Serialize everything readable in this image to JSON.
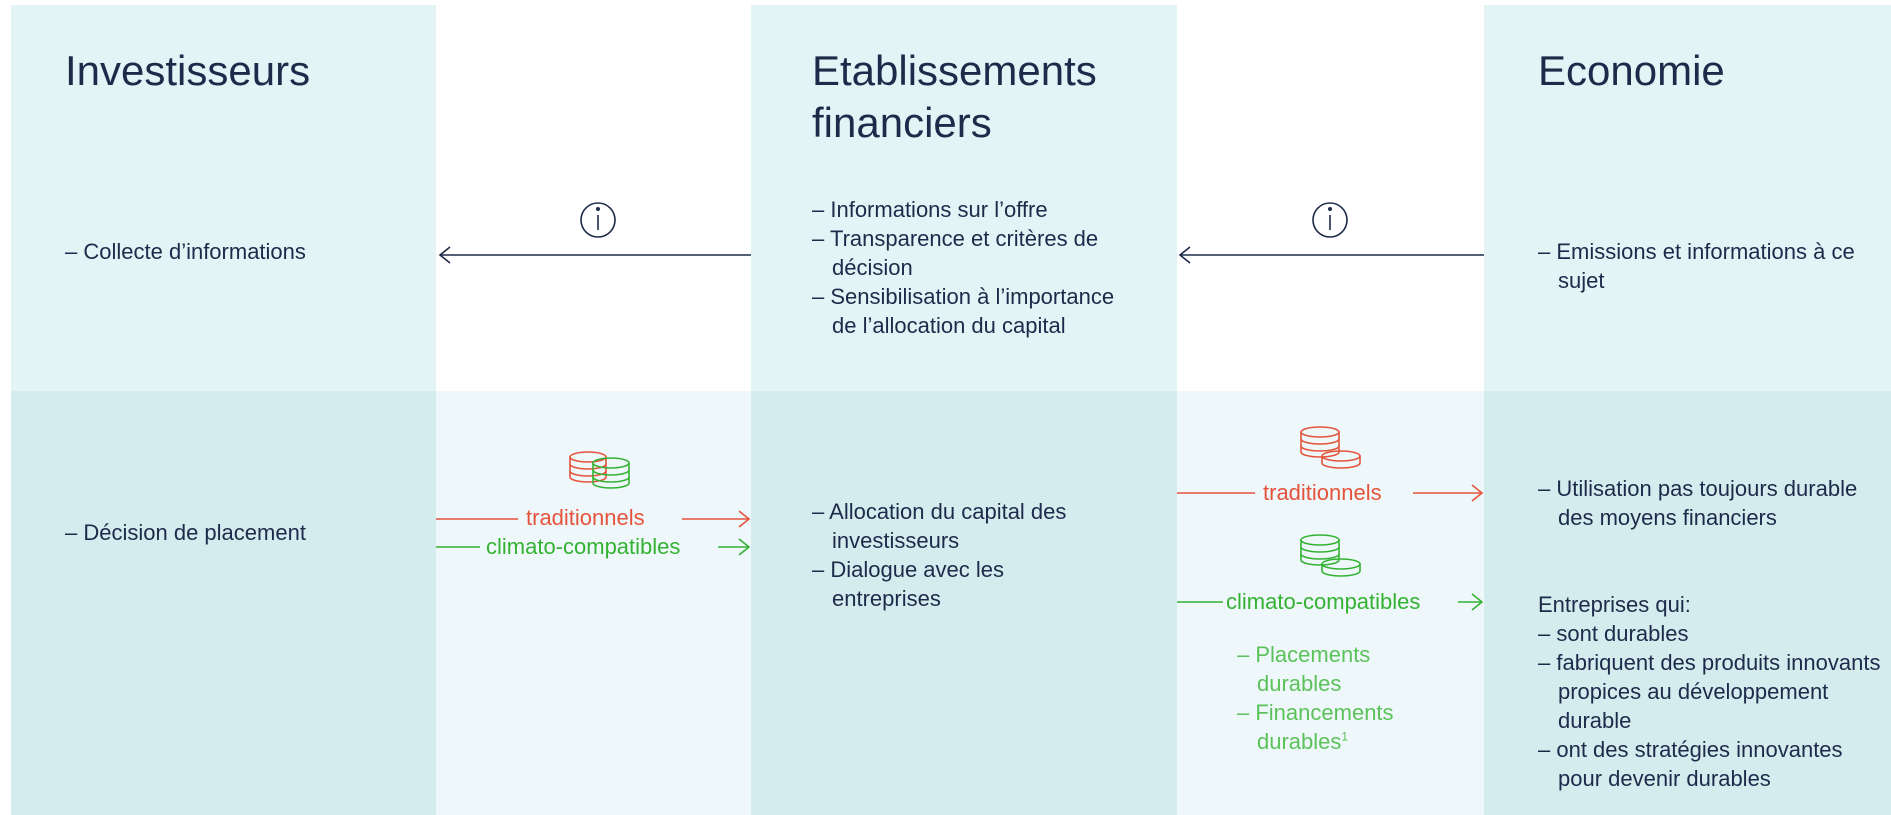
{
  "colors": {
    "top_panel": "#e3f3f6",
    "bottom_panel": "#d5ecef",
    "flow_band": "#eef7f9",
    "navy": "#1c2b4a",
    "red": "#e5533d",
    "green": "#34b233"
  },
  "columns": {
    "investors": {
      "title": "Investisseurs",
      "top_items": [
        "Collecte d’informations"
      ],
      "bottom_items": [
        "Décision de placement"
      ]
    },
    "institutions": {
      "title_line1": "Etablissements",
      "title_line2": "financiers",
      "top_items": [
        "Informations sur l’offre",
        "Transparence et critères de décision",
        "Sensibilisation à l’importance de l’allocation du capital"
      ],
      "bottom_items": [
        "Allocation du capital des investisseurs",
        "Dialogue avec les entreprises"
      ]
    },
    "economy": {
      "title": "Economie",
      "top_items": [
        "Emissions et informations à ce sujet"
      ],
      "bottom_items": [
        "Utilisation pas toujours durable des moyens financiers"
      ],
      "companies_intro": "Entreprises qui:",
      "companies_items": [
        "sont durables",
        "fabriquent des produits innovants propices au développement durable",
        "ont des stratégies innovantes pour devenir durables"
      ]
    }
  },
  "flows": {
    "info_icon": "info-icon",
    "coins_icon": "coins-icon",
    "left": {
      "traditional": "traditionnels",
      "climate": "climato-compatibles"
    },
    "right": {
      "traditional": "traditionnels",
      "climate": "climato-compatibles",
      "sub_items": [
        "Placements durables",
        "Financements durables"
      ],
      "footnote": "1"
    }
  }
}
